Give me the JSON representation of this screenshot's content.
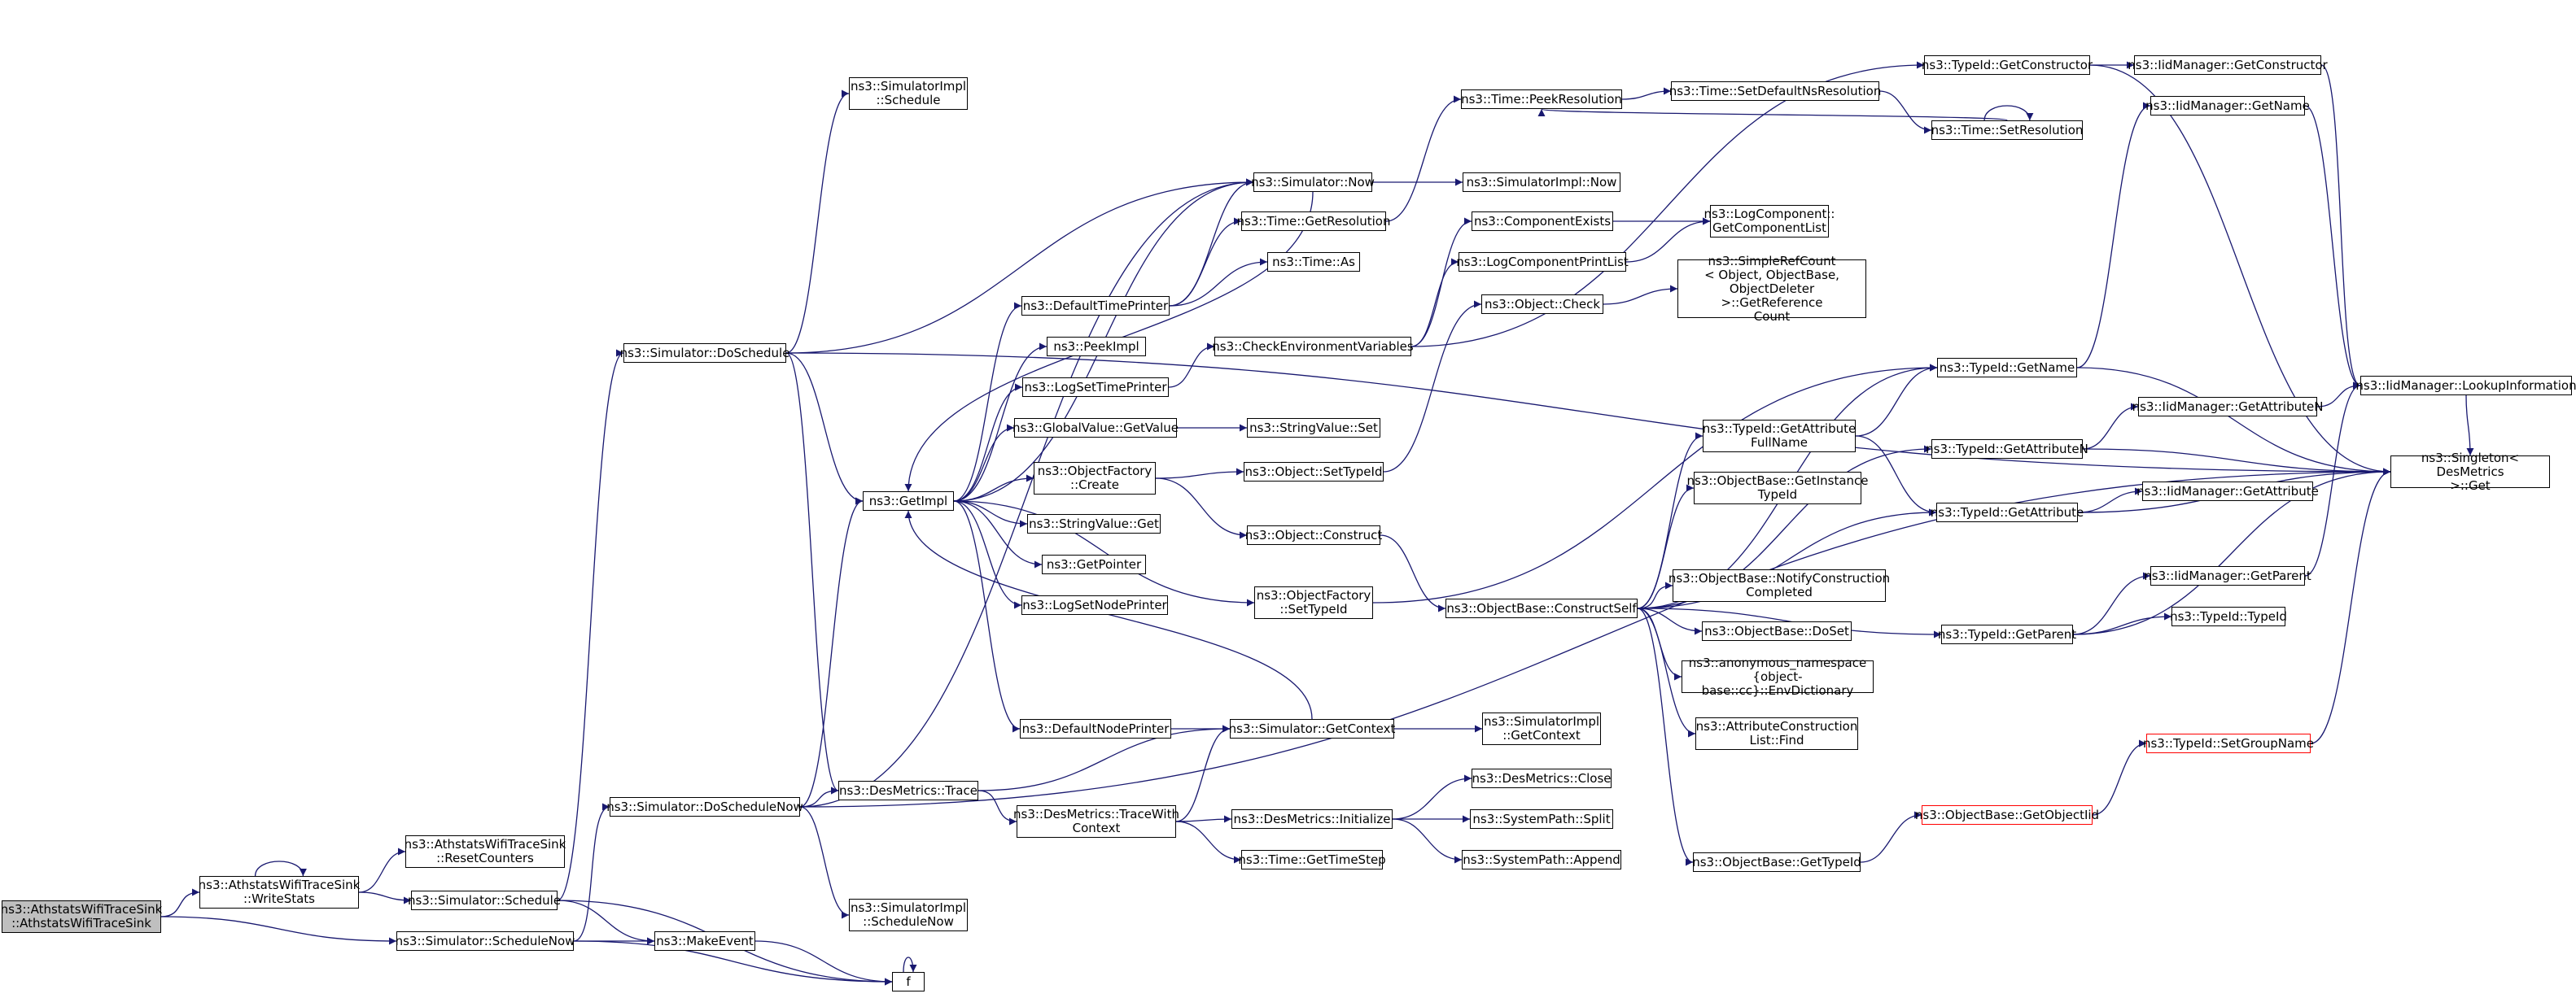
{
  "colors": {
    "edge": "#191970",
    "node_border": "#000000",
    "root_fill": "#bfbfbf",
    "truncated_border": "#ff0000"
  },
  "nodes": {
    "n_root": "ns3::AthstatsWifiTraceSink\n::AthstatsWifiTraceSink",
    "n_writestats": "ns3::AthstatsWifiTraceSink\n::WriteStats",
    "n_resetcounters": "ns3::AthstatsWifiTraceSink\n::ResetCounters",
    "n_sched": "ns3::Simulator::Schedule",
    "n_schednow": "ns3::Simulator::ScheduleNow",
    "n_makeevent": "ns3::MakeEvent",
    "n_f": "f",
    "n_doschedule": "ns3::Simulator::DoSchedule",
    "n_doschedulenow": "ns3::Simulator::DoScheduleNow",
    "n_implschedule": "ns3::SimulatorImpl\n::Schedule",
    "n_implschedulenow": "ns3::SimulatorImpl\n::ScheduleNow",
    "n_getimpl": "ns3::GetImpl",
    "n_destrace": "ns3::DesMetrics::Trace",
    "n_tracewith": "ns3::DesMetrics::TraceWith\nContext",
    "n_desinit": "ns3::DesMetrics::Initialize",
    "n_gettimestep": "ns3::Time::GetTimeStep",
    "n_desclose": "ns3::DesMetrics::Close",
    "n_split": "ns3::SystemPath::Split",
    "n_append": "ns3::SystemPath::Append",
    "n_simnow": "ns3::Simulator::Now",
    "n_implnow": "ns3::SimulatorImpl::Now",
    "n_getres": "ns3::Time::GetResolution",
    "n_as": "ns3::Time::As",
    "n_peekres": "ns3::Time::PeekResolution",
    "n_setdefres": "ns3::Time::SetDefaultNsResolution",
    "n_setres": "ns3::Time::SetResolution",
    "n_defaulttimeprinter": "ns3::DefaultTimePrinter",
    "n_peekimpl": "ns3::PeekImpl",
    "n_logsettime": "ns3::LogSetTimePrinter",
    "n_globalget": "ns3::GlobalValue::GetValue",
    "n_objfactorycreate": "ns3::ObjectFactory\n::Create",
    "n_stringget": "ns3::StringValue::Get",
    "n_getpointer": "ns3::GetPointer",
    "n_logsetnode": "ns3::LogSetNodePrinter",
    "n_defaultnode": "ns3::DefaultNodePrinter",
    "n_getcontext": "ns3::Simulator::GetContext",
    "n_implgetcontext": "ns3::SimulatorImpl\n::GetContext",
    "n_checkenv": "ns3::CheckEnvironmentVariables",
    "n_compexists": "ns3::ComponentExists",
    "n_logcompprint": "ns3::LogComponentPrintList",
    "n_getcomplist": "ns3::LogComponent::\nGetComponentList",
    "n_objcheck": "ns3::Object::Check",
    "n_refcount": "ns3::SimpleRefCount\n< Object, ObjectBase,\nObjectDeleter >::GetReference\nCount",
    "n_stringset": "ns3::StringValue::Set",
    "n_objsettypeid": "ns3::Object::SetTypeId",
    "n_objconstruct": "ns3::Object::Construct",
    "n_factsettypeid": "ns3::ObjectFactory\n::SetTypeId",
    "n_constructself": "ns3::ObjectBase::ConstructSelf",
    "n_getattrfull": "ns3::TypeId::GetAttribute\nFullName",
    "n_getinstance": "ns3::ObjectBase::GetInstance\nTypeId",
    "n_notify": "ns3::ObjectBase::NotifyConstruction\nCompleted",
    "n_doset": "ns3::ObjectBase::DoSet",
    "n_envdict": "ns3::anonymous_namespace\n{object-base::cc}::EnvDictionary",
    "n_attrfind": "ns3::AttributeConstruction\nList::Find",
    "n_getobjtypeid": "ns3::ObjectBase::GetTypeId",
    "n_getobjectiid": "ns3::ObjectBase::GetObjectIid",
    "n_setgroupname": "ns3::TypeId::SetGroupName",
    "n_typeidgetname": "ns3::TypeId::GetName",
    "n_getattrn": "ns3::TypeId::GetAttributeN",
    "n_getattr": "ns3::TypeId::GetAttribute",
    "n_getparent": "ns3::TypeId::GetParent",
    "n_typeidtypeid": "ns3::TypeId::TypeId",
    "n_getconstructor": "ns3::TypeId::GetConstructor",
    "n_iidgetconstructor": "ns3::IidManager::GetConstructor",
    "n_iidgetname": "ns3::IidManager::GetName",
    "n_iidgetattrn": "ns3::IidManager::GetAttributeN",
    "n_iidgetattr": "ns3::IidManager::GetAttribute",
    "n_iidgetparent": "ns3::IidManager::GetParent",
    "n_lookupinfo": "ns3::IidManager::LookupInformation",
    "n_singleton": "ns3::Singleton< DesMetrics\n>::Get"
  }
}
